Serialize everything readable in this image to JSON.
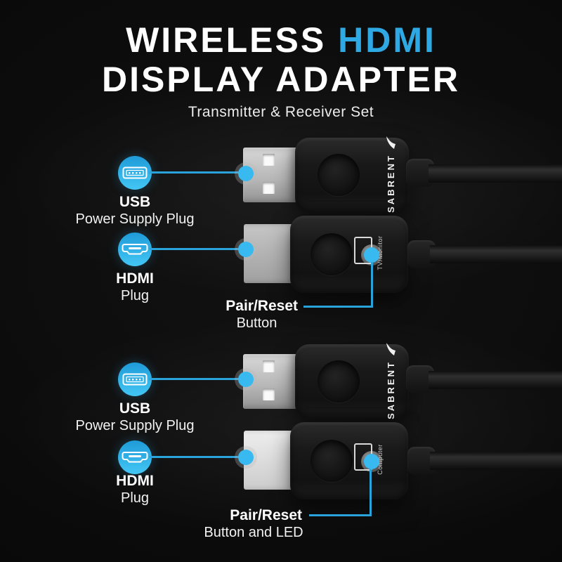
{
  "title": {
    "line1_part1": "WIRELESS ",
    "line1_part2": "HDMI",
    "line2": "DISPLAY ADAPTER",
    "subtitle": "Transmitter & Receiver Set"
  },
  "brand": "SABRENT",
  "colors": {
    "background": "#0a0a0a",
    "accent_blue": "#2fa9e3",
    "callout_circle_top": "#1f9bd8",
    "callout_circle_bottom": "#43c6f4",
    "callout_line": "#2aa3da",
    "marker_dot": "#38b9ef",
    "text_white": "#ffffff"
  },
  "icons": {
    "usb": "usb-port-icon",
    "hdmi": "hdmi-plug-icon",
    "brand_swoosh": "sabrent-swoosh-icon"
  },
  "sets": [
    {
      "name": "top",
      "usb": {
        "title": "USB",
        "subtitle": "Power Supply Plug"
      },
      "hdmi": {
        "title": "HDMI",
        "subtitle": "Plug"
      },
      "pair": {
        "title": "Pair/Reset",
        "subtitle": "Button"
      },
      "port_label": "TV/Monitor"
    },
    {
      "name": "bottom",
      "usb": {
        "title": "USB",
        "subtitle": "Power Supply Plug"
      },
      "hdmi": {
        "title": "HDMI",
        "subtitle": "Plug"
      },
      "pair": {
        "title": "Pair/Reset",
        "subtitle": "Button and LED"
      },
      "port_label": "Computer"
    }
  ]
}
